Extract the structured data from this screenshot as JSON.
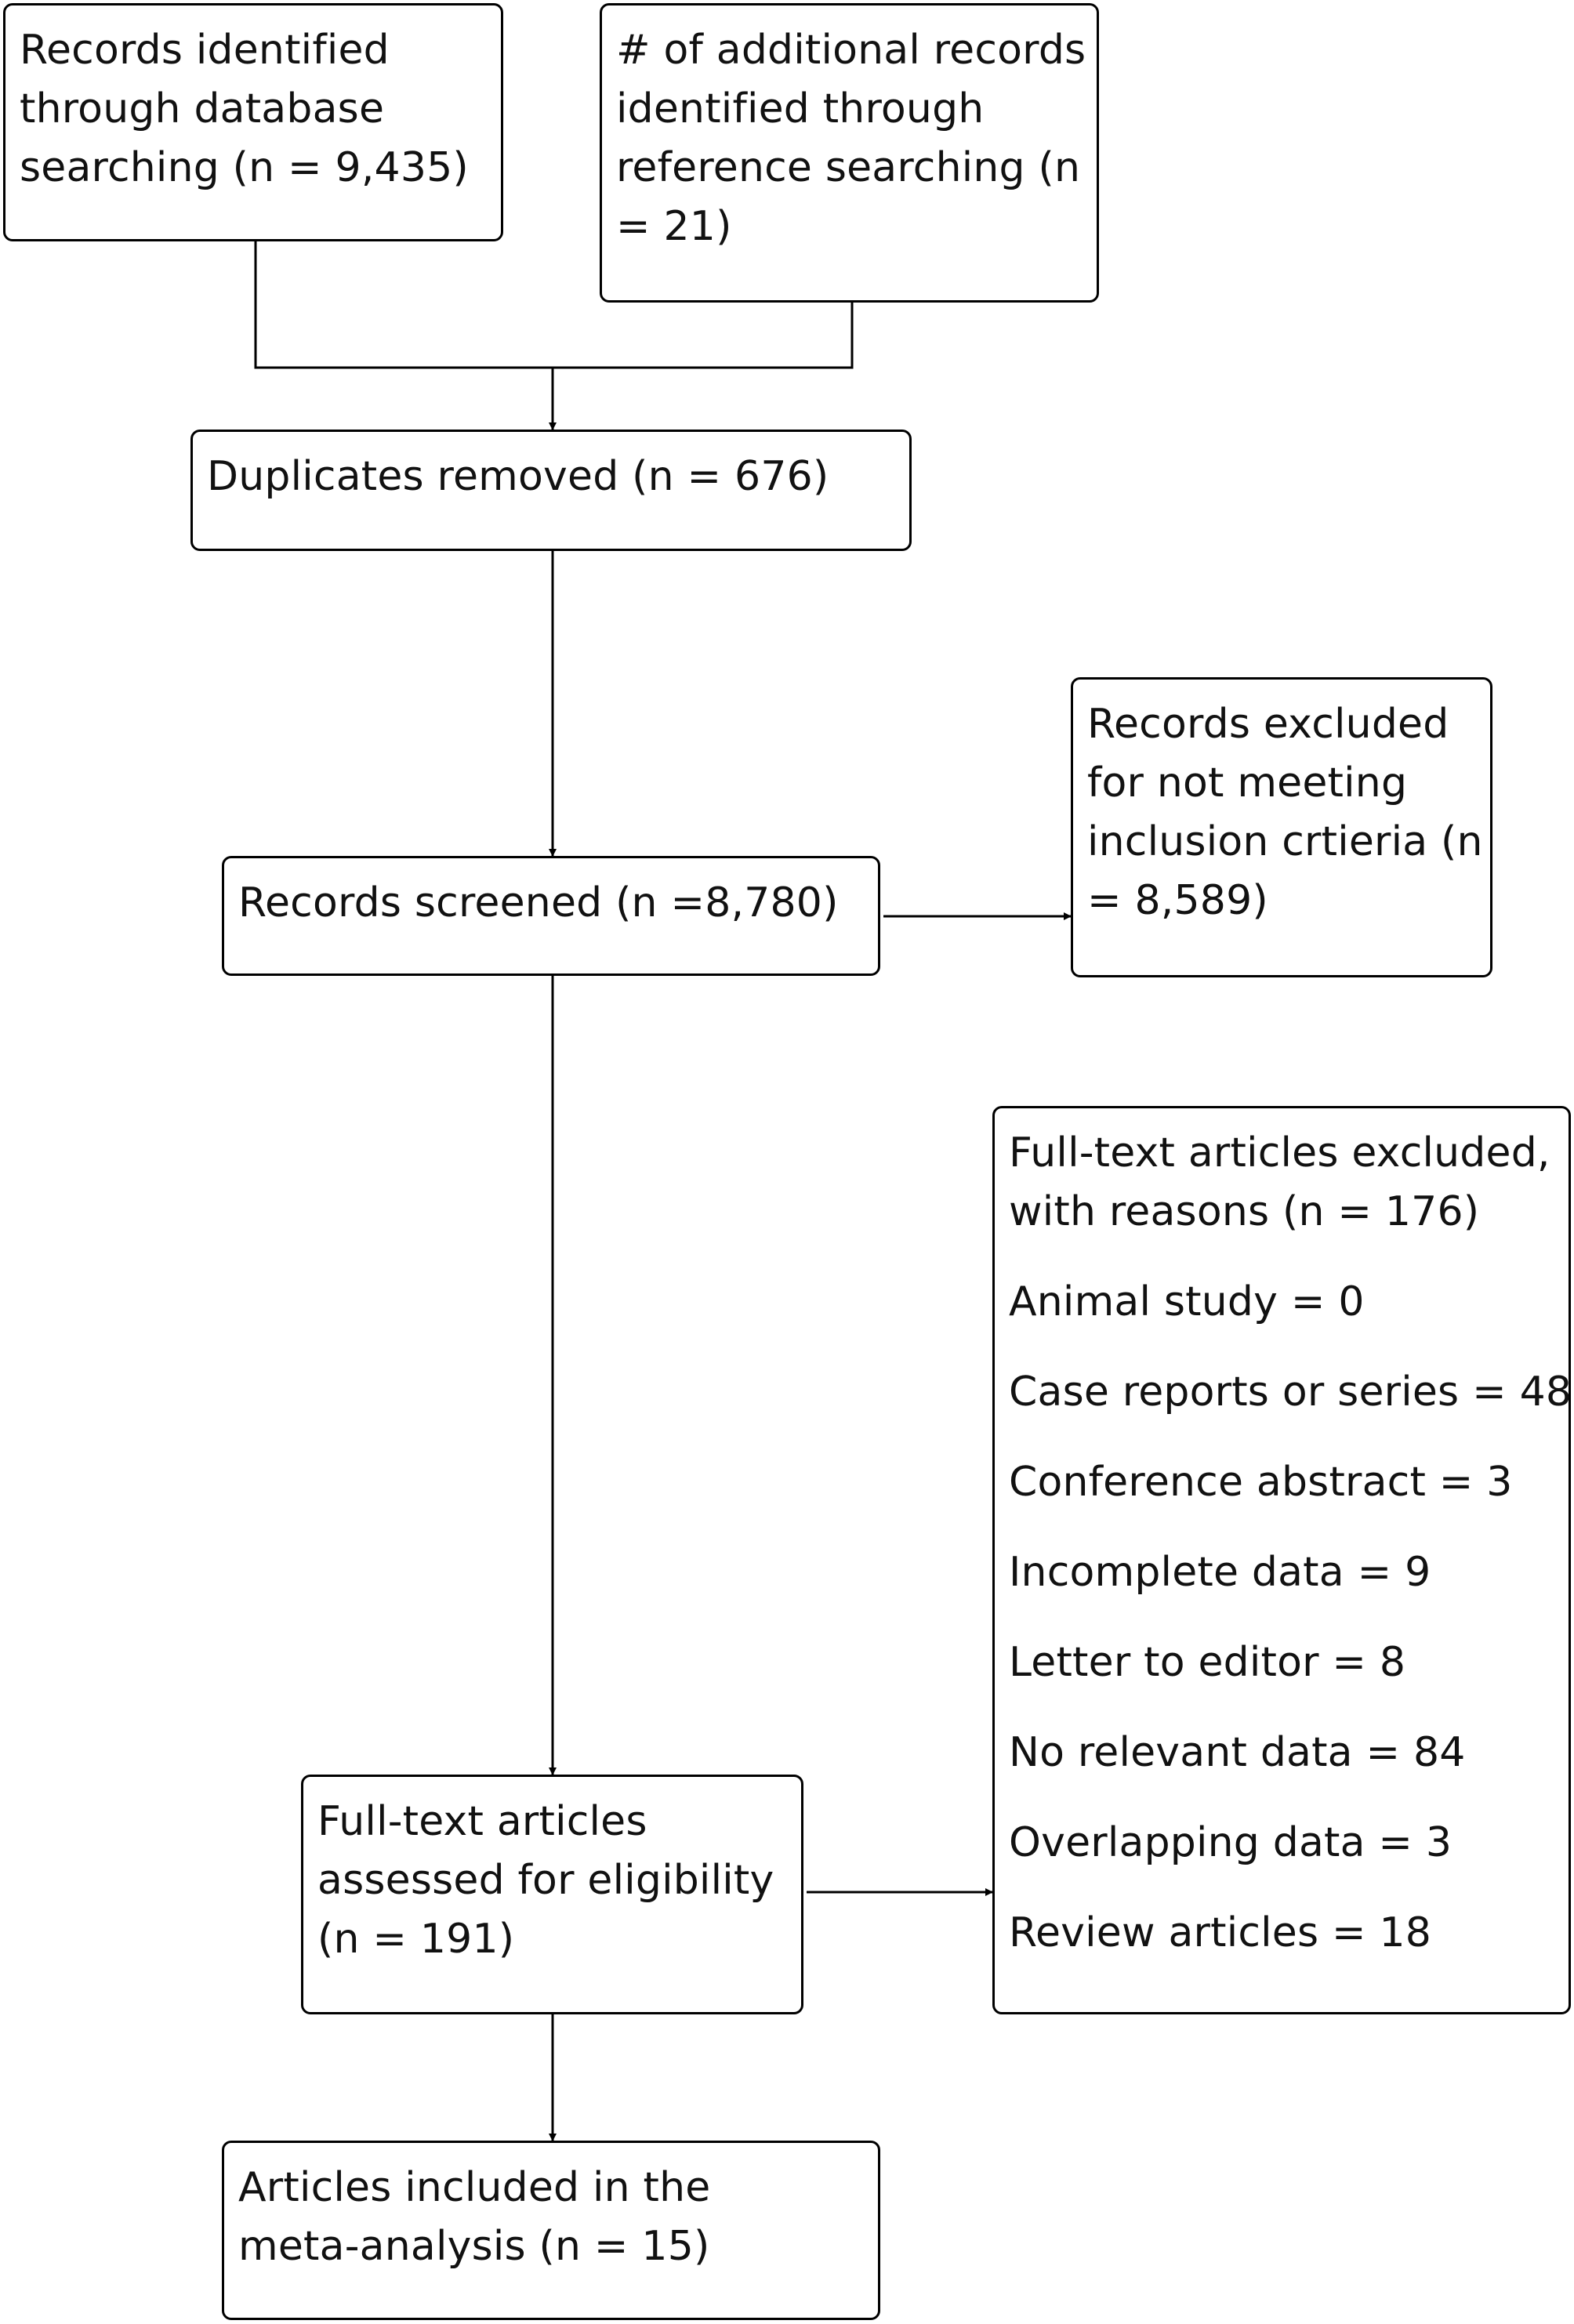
{
  "boxes": {
    "db_search": [
      "Records identified",
      "through database",
      "searching (n = 9,435)"
    ],
    "ref_search": [
      "# of additional records",
      "identified through",
      "reference searching (n",
      "= 21)"
    ],
    "duplicates": [
      "Duplicates removed (n = 676)"
    ],
    "screened": [
      "Records screened (n =8,780)"
    ],
    "excluded_screen": [
      "Records excluded",
      "for not meeting",
      "inclusion crtieria (n",
      "= 8,589)"
    ],
    "fulltext": [
      "Full-text articles",
      "assessed for eligibility",
      "(n = 191)"
    ],
    "fulltext_excluded": [
      "Full-text articles excluded,",
      "with reasons (n = 176)"
    ],
    "included": [
      "Articles included in the",
      "meta-analysis (n = 15)"
    ]
  },
  "exclusion_reasons": [
    "Animal study = 0",
    "Case reports or series = 48",
    "Conference abstract = 3",
    "Incomplete data = 9",
    "Letter to editor = 8",
    "No relevant data = 84",
    "Overlapping data = 3",
    "Review articles = 18"
  ]
}
